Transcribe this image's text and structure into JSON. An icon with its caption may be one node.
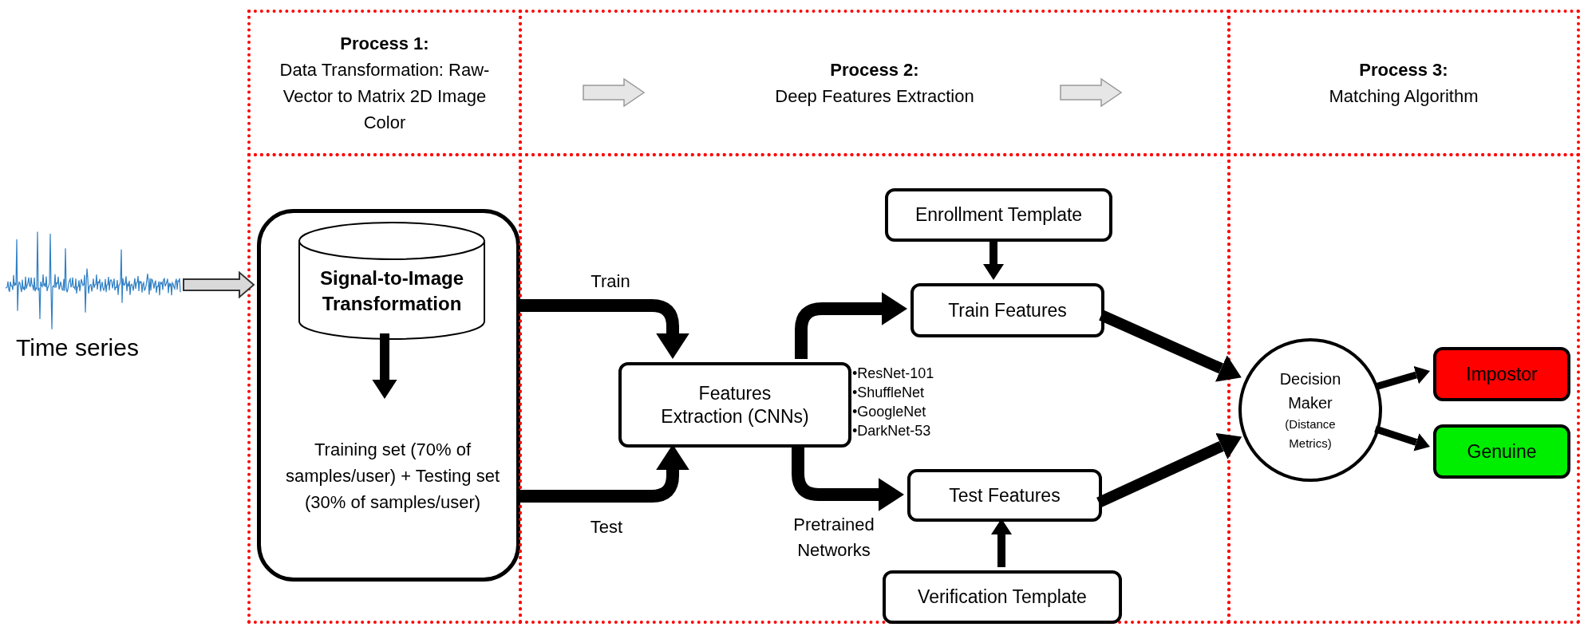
{
  "diagram": {
    "nodes": [
      {
        "text": [
          "Process 1:",
          "Data Transformation: Raw-Vector to Matrix 2D Image Color"
        ]
      },
      {
        "text": [
          "Process 2:",
          "Deep Features Extraction"
        ]
      },
      {
        "text": [
          "Process 3:",
          "Matching Algorithm"
        ]
      },
      {
        "text": [],
        "shape": "picture",
        "beside": [
          "Time series"
        ]
      },
      {
        "text": [],
        "shape": "box"
      },
      {
        "text": [],
        "shape": "box",
        "in": 4
      },
      {
        "text": [
          "Signal-to-Image Transformation"
        ],
        "in": 5
      },
      {
        "text": [
          "Training set (70% of samples/user) + Testing set (30% of samples/user)"
        ],
        "in": 5
      },
      {
        "text": [],
        "shape": "box"
      },
      {
        "text": [
          "Enrollment Template"
        ],
        "in": 8
      },
      {
        "text": [
          "Train Features"
        ],
        "in": 8
      },
      {
        "text": [
          "Features Extraction (CNNs)"
        ],
        "in": 8,
        "beside": [
          "•ResNet-101",
          "•ShuffleNet",
          "•GoogleNet",
          "•DarkNet-53"
        ]
      },
      {
        "text": [
          "Test Features"
        ],
        "in": 8
      },
      {
        "text": [
          "Verification Template"
        ],
        "in": 8
      },
      {
        "text": [],
        "shape": "box"
      },
      {
        "text": [
          "Decision Maker",
          "(Distance Metrics)"
        ],
        "in": 14
      },
      {
        "text": [
          "Impostor"
        ],
        "in": 14
      },
      {
        "text": [
          "Genuine"
        ],
        "in": 14
      }
    ],
    "edges": [
      {
        "from": 3,
        "to": 5,
        "arrow": "to",
        "color": "#d9d9d9"
      },
      {
        "from": 6,
        "to": 7,
        "arrow": "to"
      },
      {
        "from": 5,
        "to": 11,
        "arrow": "to",
        "label": "Train"
      },
      {
        "from": 5,
        "to": 11,
        "arrow": "to",
        "label": "Test"
      },
      {
        "from": 11,
        "to": 10,
        "arrow": "to"
      },
      {
        "from": 11,
        "to": 12,
        "arrow": "to",
        "label": "Pretrained Networks"
      },
      {
        "from": 9,
        "to": 10,
        "arrow": "to"
      },
      {
        "from": 13,
        "to": 12,
        "arrow": "to"
      },
      {
        "from": 10,
        "to": 15,
        "arrow": "to"
      },
      {
        "from": 12,
        "to": 15,
        "arrow": "to"
      },
      {
        "from": 15,
        "to": 16,
        "arrow": "to"
      },
      {
        "from": 15,
        "to": 17,
        "arrow": "to"
      }
    ]
  }
}
